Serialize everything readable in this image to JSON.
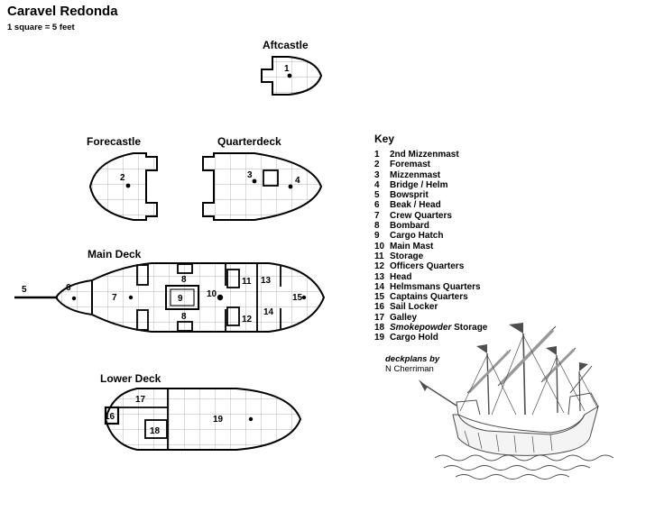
{
  "title": "Caravel Redonda",
  "scale_note": "1 square = 5 feet",
  "decks": {
    "aftcastle": "Aftcastle",
    "forecastle": "Forecastle",
    "quarterdeck": "Quarterdeck",
    "main": "Main Deck",
    "lower": "Lower Deck"
  },
  "markers": {
    "n1": "1",
    "n2": "2",
    "n3": "3",
    "n4": "4",
    "n5": "5",
    "n6": "6",
    "n7": "7",
    "n8": "8",
    "n9": "9",
    "n10": "10",
    "n11": "11",
    "n12": "12",
    "n13": "13",
    "n14": "14",
    "n15": "15",
    "n16": "16",
    "n17": "17",
    "n18": "18",
    "n19": "19"
  },
  "key": {
    "heading": "Key",
    "items": [
      {
        "num": "1",
        "label": "2nd Mizzenmast"
      },
      {
        "num": "2",
        "label": "Foremast"
      },
      {
        "num": "3",
        "label": "Mizzenmast"
      },
      {
        "num": "4",
        "label": "Bridge / Helm"
      },
      {
        "num": "5",
        "label": "Bowsprit"
      },
      {
        "num": "6",
        "label": "Beak / Head"
      },
      {
        "num": "7",
        "label": "Crew Quarters"
      },
      {
        "num": "8",
        "label": "Bombard"
      },
      {
        "num": "9",
        "label": "Cargo Hatch"
      },
      {
        "num": "10",
        "label": "Main Mast"
      },
      {
        "num": "11",
        "label": "Storage"
      },
      {
        "num": "12",
        "label": "Officers Quarters"
      },
      {
        "num": "13",
        "label": "Head"
      },
      {
        "num": "14",
        "label": "Helmsmans Quarters"
      },
      {
        "num": "15",
        "label": "Captains Quarters"
      },
      {
        "num": "16",
        "label": "Sail Locker"
      },
      {
        "num": "17",
        "label": "Galley"
      },
      {
        "num": "18",
        "label_em": "Smokepowder",
        "label": " Storage"
      },
      {
        "num": "19",
        "label": "Cargo Hold"
      }
    ]
  },
  "credit": {
    "by": "deckplans by",
    "name": "N Cherriman"
  }
}
